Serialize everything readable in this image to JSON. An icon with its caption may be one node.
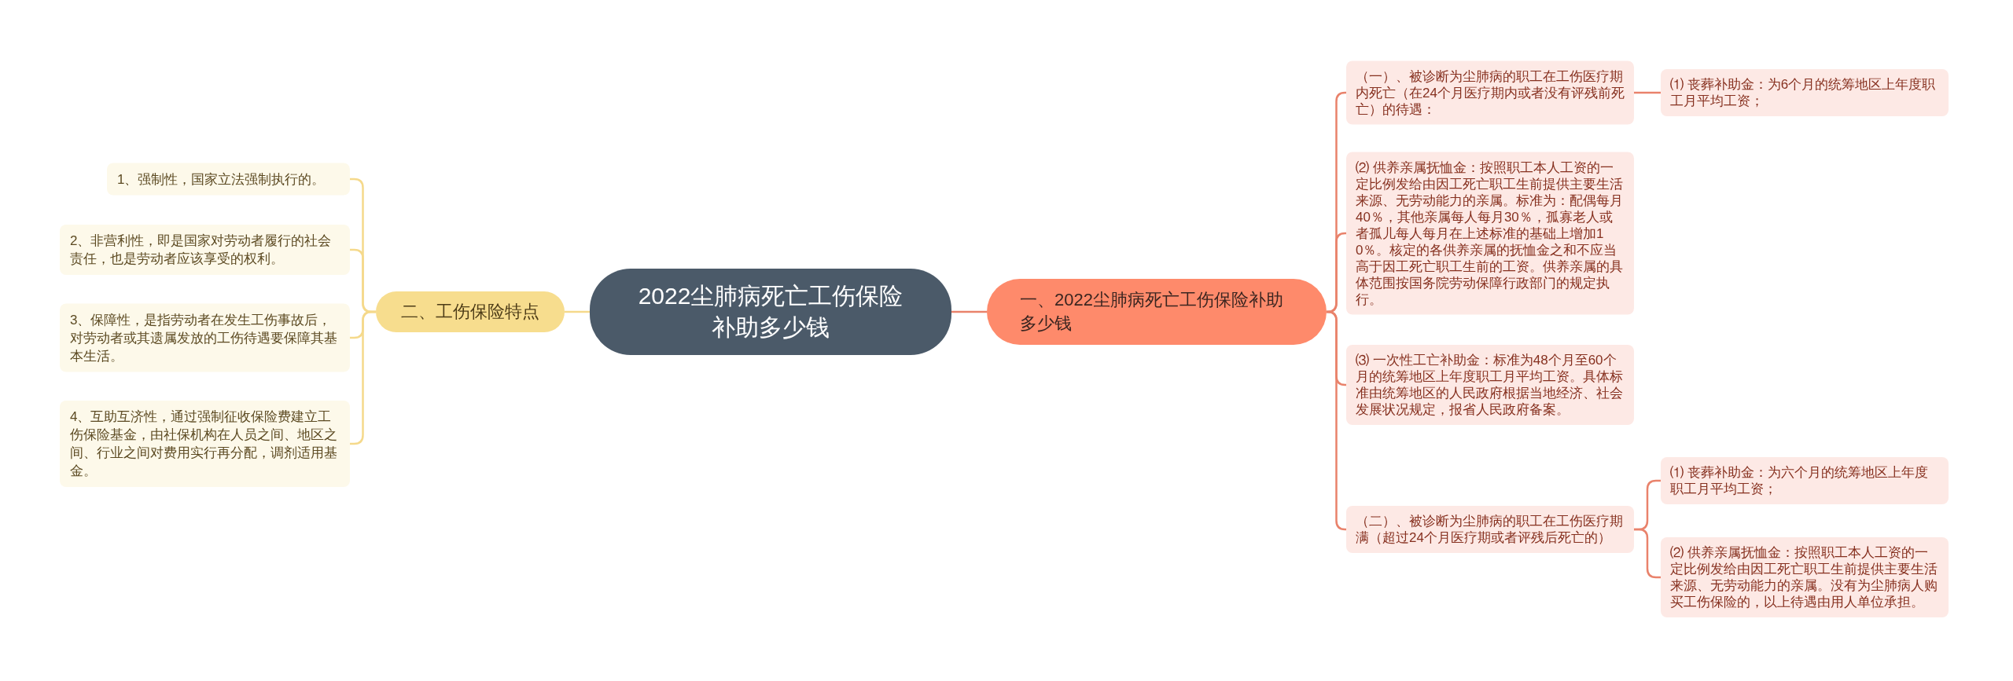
{
  "diagram": {
    "nodes": [
      {
        "text": [
          "2022尘肺病死亡工伤保险补助多少钱"
        ]
      },
      {
        "text": [
          "一、2022尘肺病死亡工伤保险补助多少钱"
        ]
      },
      {
        "text": [
          "（一）、被诊断为尘肺病的职工在工伤医疗期内死亡（在24个月医疗期内或者没有评残前死亡）的待遇："
        ]
      },
      {
        "text": [
          "⑴ 丧葬补助金：为6个月的统筹地区上年度职工月平均工资；"
        ]
      },
      {
        "text": [
          "⑵ 供养亲属抚恤金：按照职工本人工资的一定比例发给由因工死亡职工生前提供主要生活来源、无劳动能力的亲属。标准为：配偶每月40％，其他亲属每人每月30％，孤寡老人或者孤儿每人每月在上述标准的基础上增加10％。核定的各供养亲属的抚恤金之和不应当高于因工死亡职工生前的工资。供养亲属的具体范围按国务院劳动保障行政部门的规定执行。"
        ]
      },
      {
        "text": [
          "⑶ 一次性工亡补助金：标准为48个月至60个月的统筹地区上年度职工月平均工资。具体标准由统筹地区的人民政府根据当地经济、社会发展状况规定，报省人民政府备案。"
        ]
      },
      {
        "text": [
          "（二）、被诊断为尘肺病的职工在工伤医疗期满（超过24个月医疗期或者评残后死亡的）"
        ]
      },
      {
        "text": [
          "⑴ 丧葬补助金：为六个月的统筹地区上年度职工月平均工资；"
        ]
      },
      {
        "text": [
          "⑵ 供养亲属抚恤金：按照职工本人工资的一定比例发给由因工死亡职工生前提供主要生活来源、无劳动能力的亲属。没有为尘肺病人购买工伤保险的，以上待遇由用人单位承担。"
        ]
      },
      {
        "text": [
          "二、工伤保险特点"
        ]
      },
      {
        "text": [
          "1、强制性，国家立法强制执行的。"
        ]
      },
      {
        "text": [
          "2、非营利性，即是国家对劳动者履行的社会责任，也是劳动者应该享受的权利。"
        ]
      },
      {
        "text": [
          "3、保障性，是指劳动者在发生工伤事故后，对劳动者或其遗属发放的工伤待遇要保障其基本生活。"
        ]
      },
      {
        "text": [
          "4、互助互济性，通过强制征收保险费建立工伤保险基金，由社保机构在人员之间、地区之间、行业之间对费用实行再分配，调剂适用基金。"
        ]
      }
    ],
    "edges": [
      {
        "from": 0,
        "to": 1,
        "arrow": "none"
      },
      {
        "from": 1,
        "to": 2,
        "arrow": "none"
      },
      {
        "from": 2,
        "to": 3,
        "arrow": "none"
      },
      {
        "from": 1,
        "to": 4,
        "arrow": "none"
      },
      {
        "from": 1,
        "to": 5,
        "arrow": "none"
      },
      {
        "from": 1,
        "to": 6,
        "arrow": "none"
      },
      {
        "from": 6,
        "to": 7,
        "arrow": "none"
      },
      {
        "from": 6,
        "to": 8,
        "arrow": "none"
      },
      {
        "from": 0,
        "to": 9,
        "arrow": "none",
        "color": "#f5d98b"
      },
      {
        "from": 9,
        "to": 10,
        "arrow": "none",
        "color": "#f5d98b"
      },
      {
        "from": 9,
        "to": 11,
        "arrow": "none",
        "color": "#f5d98b"
      },
      {
        "from": 9,
        "to": 12,
        "arrow": "none",
        "color": "#f5d98b"
      },
      {
        "from": 9,
        "to": 13,
        "arrow": "none",
        "color": "#f5d98b"
      }
    ]
  }
}
